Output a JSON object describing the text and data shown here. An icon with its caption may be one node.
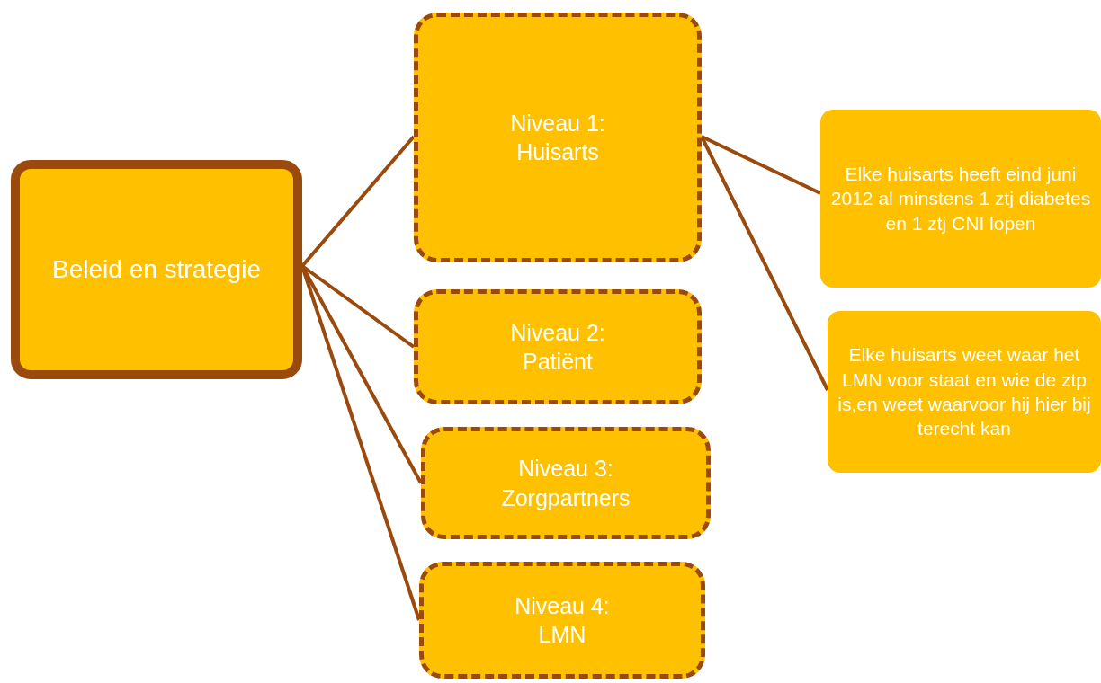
{
  "diagram": {
    "nodes": [
      {
        "text": [
          "Beleid en strategie"
        ]
      },
      {
        "text": [
          "Niveau 1:",
          "Huisarts"
        ]
      },
      {
        "text": [
          "Niveau 2:",
          "Patiënt"
        ]
      },
      {
        "text": [
          "Niveau 3:",
          "Zorgpartners"
        ]
      },
      {
        "text": [
          "Niveau 4:",
          "LMN"
        ]
      },
      {
        "text": [
          "Elke huisarts heeft eind juni 2012 al minstens 1 ztj diabetes en 1 ztj CNI lopen"
        ]
      },
      {
        "text": [
          "Elke huisarts weet waar het LMN voor staat en wie de ztp is,en weet waarvoor hij hier bij terecht kan"
        ]
      }
    ],
    "edges": [
      {
        "from": 0,
        "to": 1,
        "arrow": "none"
      },
      {
        "from": 0,
        "to": 2,
        "arrow": "none"
      },
      {
        "from": 0,
        "to": 3,
        "arrow": "none"
      },
      {
        "from": 0,
        "to": 4,
        "arrow": "none"
      },
      {
        "from": 1,
        "to": 5,
        "arrow": "none"
      },
      {
        "from": 1,
        "to": 6,
        "arrow": "none"
      }
    ]
  }
}
